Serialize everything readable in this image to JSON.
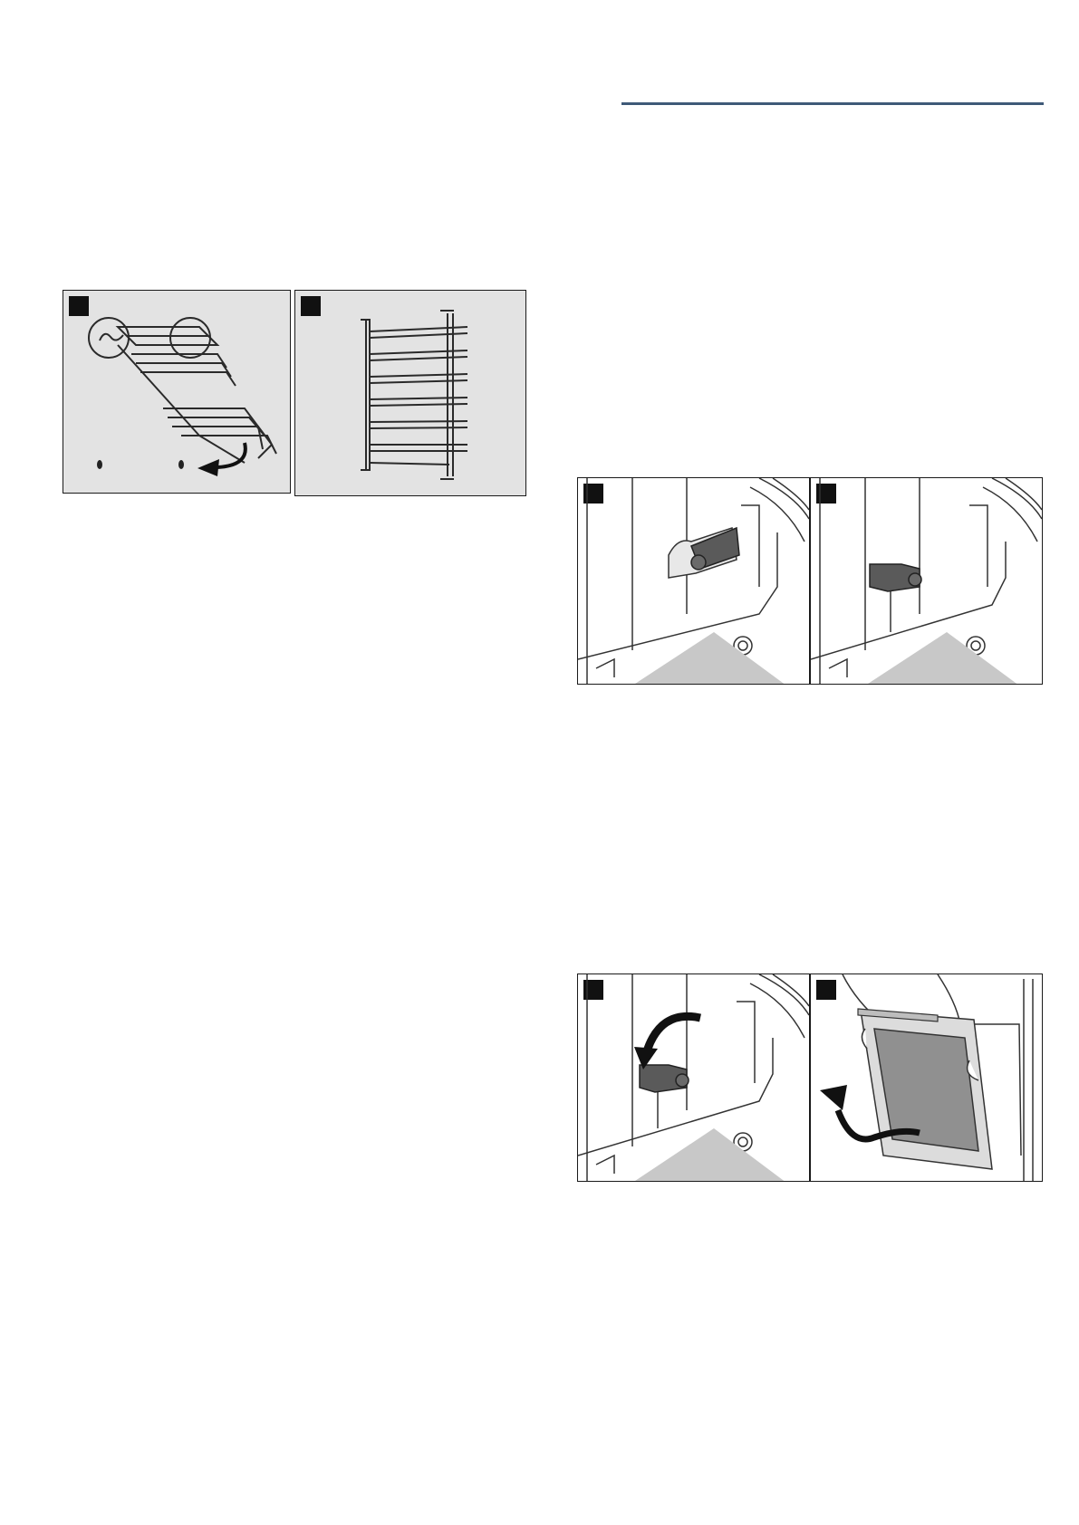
{
  "page": {
    "accent_color": "#3f5a78",
    "figures": [
      {
        "id": "shelf-rack-removal",
        "steps": 2
      },
      {
        "id": "door-hinge-lock",
        "steps": 2
      },
      {
        "id": "door-removal",
        "steps": 2
      }
    ]
  }
}
